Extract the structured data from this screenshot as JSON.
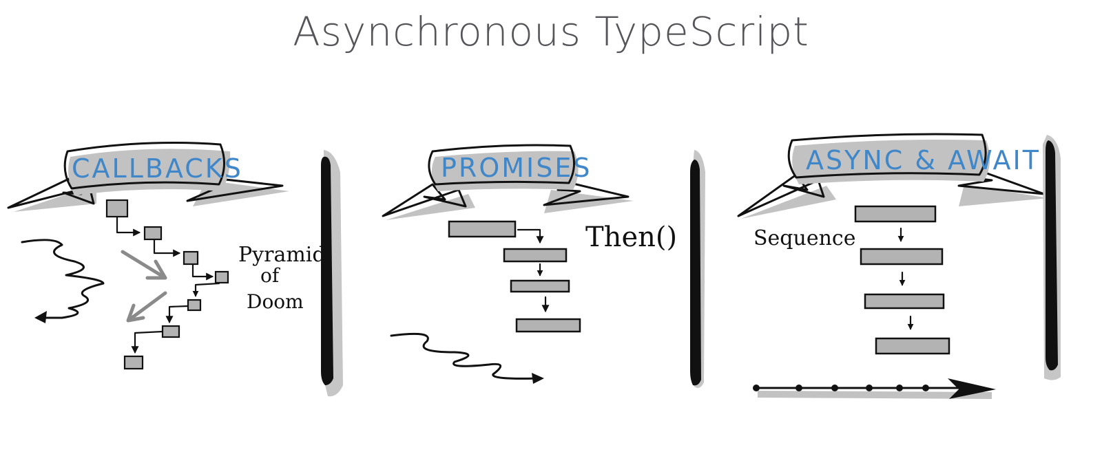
{
  "title": "Asynchronous TypeScript",
  "panels": [
    {
      "banner": "CALLBACKS",
      "labels": [
        "Pyramid",
        "of",
        "Doom"
      ]
    },
    {
      "banner": "PROMISES",
      "labels": [
        "Then()"
      ]
    },
    {
      "banner": "ASYNC & AWAIT",
      "labels": [
        "Sequence"
      ]
    }
  ],
  "colors": {
    "banner_text": "#3f87c9",
    "ink": "#111111",
    "fill_gray": "#b3b3b3",
    "title": "#555559"
  }
}
